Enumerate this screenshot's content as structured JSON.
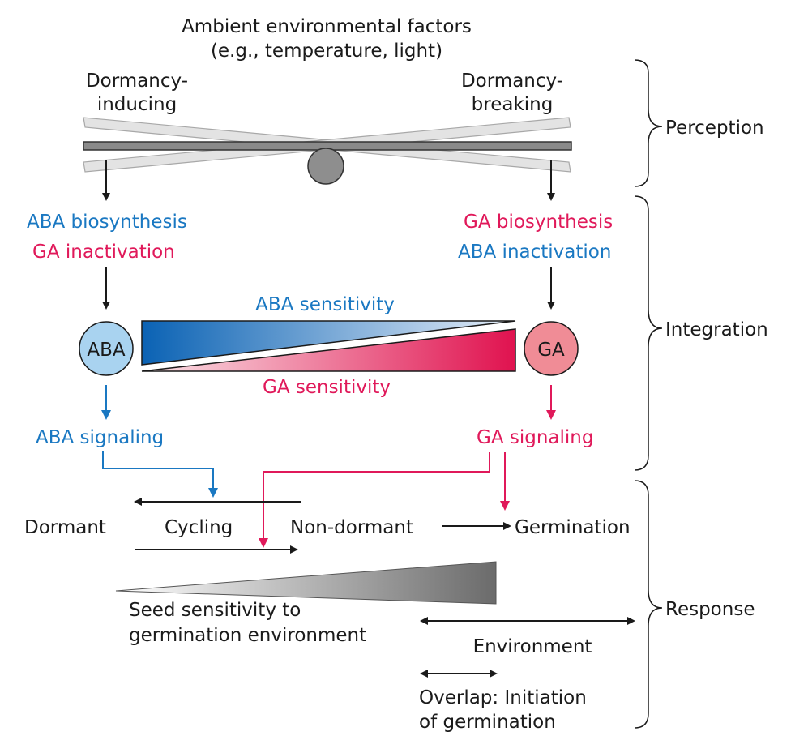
{
  "header": {
    "line1": "Ambient environmental factors",
    "line2": "(e.g., temperature, light)"
  },
  "balance": {
    "left_line1": "Dormancy-",
    "left_line2": "inducing",
    "right_line1": "Dormancy-",
    "right_line2": "breaking"
  },
  "integration": {
    "left_line1": "ABA biosynthesis",
    "left_line2": "GA inactivation",
    "right_line1": "GA biosynthesis",
    "right_line2": "ABA inactivation",
    "aba_circle": "ABA",
    "ga_circle": "GA",
    "aba_sensitivity": "ABA sensitivity",
    "ga_sensitivity": "GA sensitivity",
    "aba_signaling": "ABA signaling",
    "ga_signaling": "GA signaling"
  },
  "response": {
    "dormant": "Dormant",
    "cycling": "Cycling",
    "non_dormant": "Non-dormant",
    "germination": "Germination",
    "seed_sens_line1": "Seed sensitivity to",
    "seed_sens_line2": "germination environment",
    "environment": "Environment",
    "overlap_line1": "Overlap: Initiation",
    "overlap_line2": "of germination"
  },
  "brackets": {
    "perception": "Perception",
    "integration": "Integration",
    "response": "Response"
  },
  "colors": {
    "aba": "#1a78c2",
    "ga": "#e0195a",
    "aba_circle_fill": "#a9d3f0",
    "ga_circle_fill": "#f08c96",
    "text": "#1a1a1a"
  }
}
